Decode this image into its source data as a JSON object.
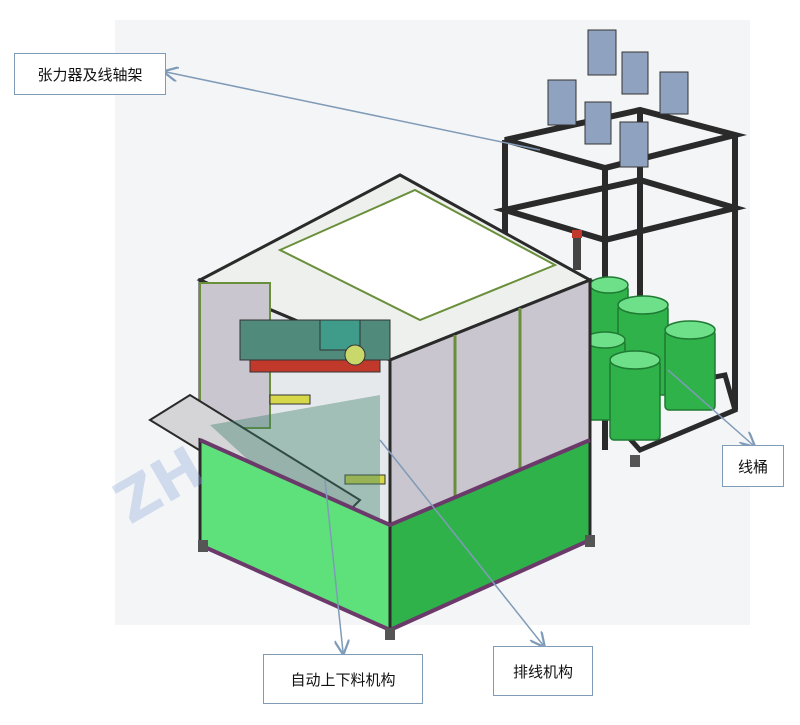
{
  "labels": {
    "tensioner": "张力器及线轴架",
    "wire_bucket": "线桶",
    "auto_loader": "自动上下料机构",
    "wire_arranger": "排线机构"
  },
  "colors": {
    "frame": "#2a2a2a",
    "green": "#2fb24a",
    "light_green": "#5ee07a",
    "panel": "#c9c6cf",
    "callout": "#7f9bb8",
    "purple": "#6b3a6b"
  }
}
